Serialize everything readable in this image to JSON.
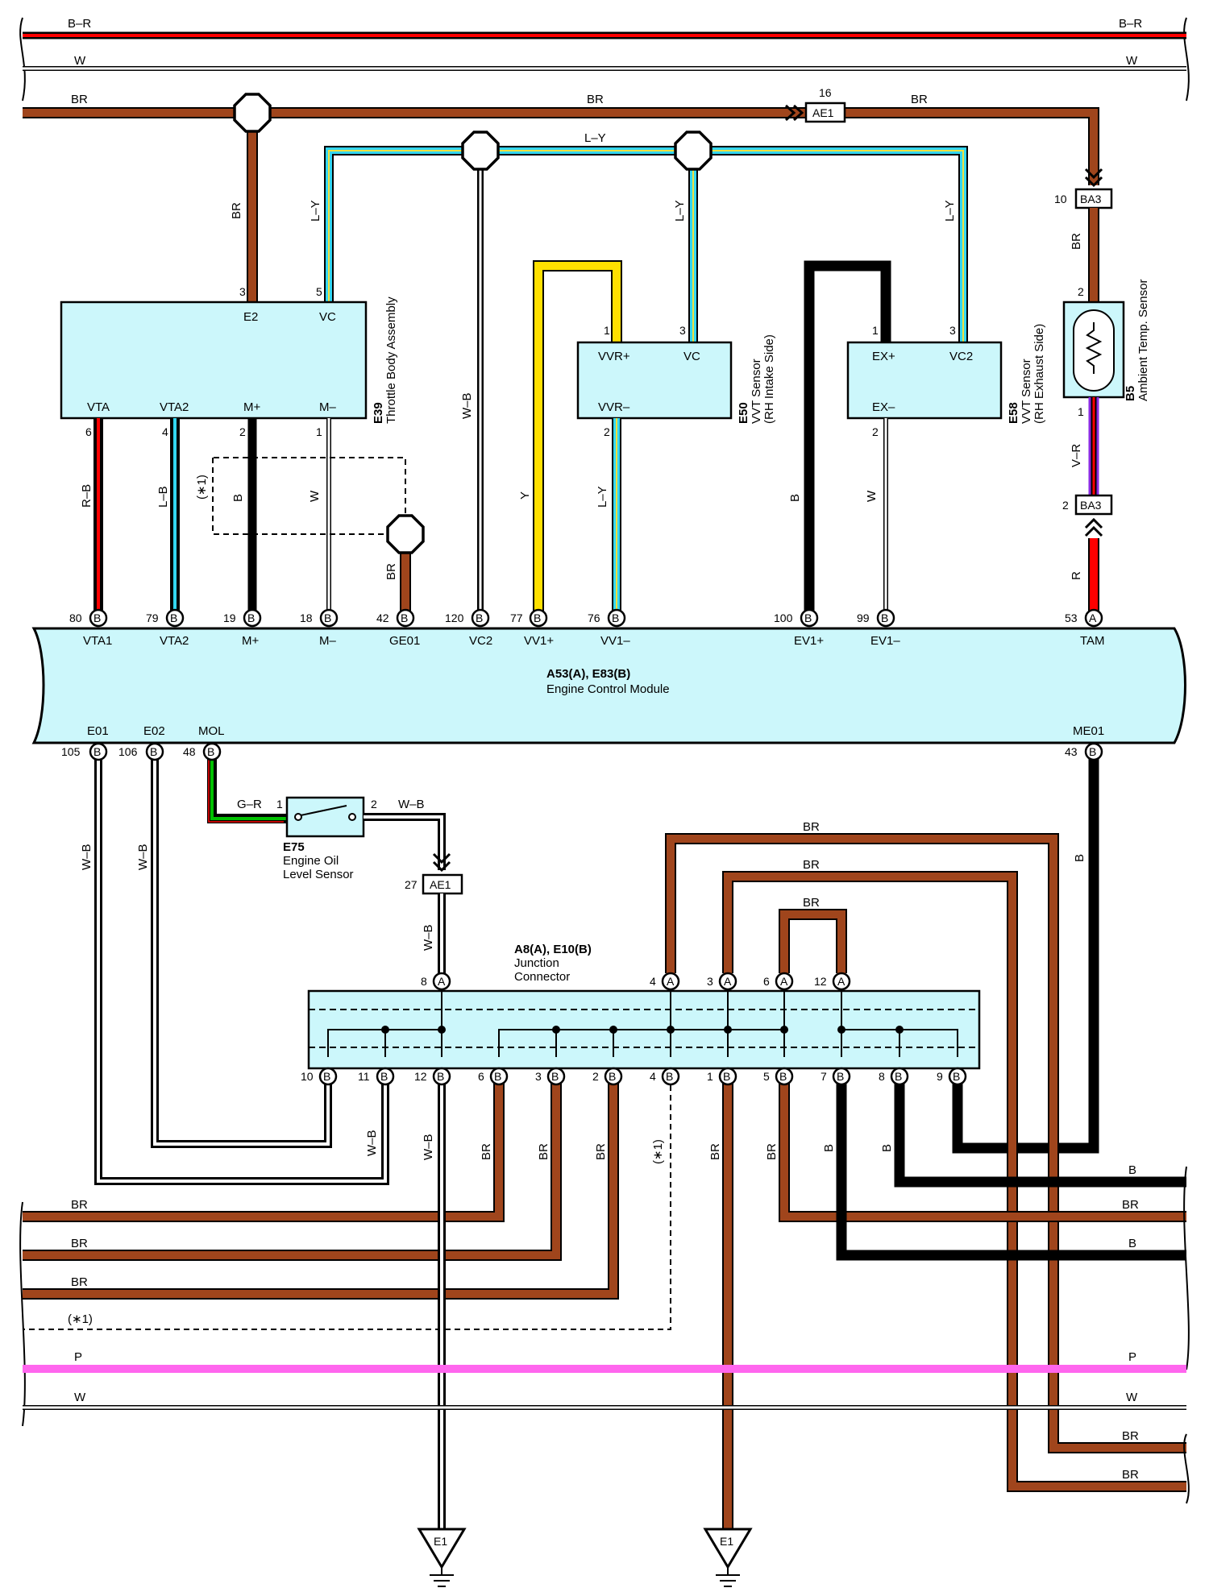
{
  "top_bus": {
    "br_left": "B–R",
    "br_right": "B–R",
    "w_left": "W",
    "w_right": "W",
    "br_main_left": "BR",
    "br_main_mid": "BR",
    "br_main_right": "BR"
  },
  "connectors": {
    "ae1_top_pin": "16",
    "ae1_label": "AE1",
    "ba3_label": "BA3",
    "ba3_top_pin": "10",
    "ba3_bot_pin": "2",
    "ae1_low_pin": "27"
  },
  "wires": {
    "br_e2": "BR",
    "ly_vc": "L–Y",
    "ly_top": "L–Y",
    "ly_vc_e50": "L–Y",
    "ly_vc2": "L–Y",
    "br_ba3": "BR",
    "wb_vc2": "W–B",
    "rb": "R–B",
    "lb": "L–B",
    "star1": "(∗1)",
    "b_m": "B",
    "w_m": "W",
    "br_ge01": "BR",
    "y": "Y",
    "ly_vv": "L–Y",
    "b_ev": "B",
    "w_ev": "W",
    "vr": "V–R",
    "r": "R",
    "wb_e01": "W–B",
    "wb_e02": "W–B",
    "gr": "G–R",
    "wb_e75": "W–B",
    "wb_ae1": "W–B",
    "br_loop_a4": "BR",
    "br_loop_a3": "BR",
    "br_loop_a6": "BR",
    "b_me01": "B",
    "wb_b11": "W–B",
    "wb_b12": "W–B",
    "br_b6": "BR",
    "br_b3": "BR",
    "br_b2": "BR",
    "star_b4": "(∗1)",
    "br_b1": "BR",
    "br_b5": "BR",
    "b_b7": "B",
    "b_b8": "B"
  },
  "components": {
    "e39": {
      "code": "E39",
      "name": "Throttle Body Assembly",
      "pins": {
        "e2": "E2",
        "vc": "VC",
        "vta": "VTA",
        "vta2": "VTA2",
        "mp": "M+",
        "mm": "M–"
      },
      "nums": {
        "e2": "3",
        "vc": "5",
        "vta": "6",
        "vta2": "4",
        "mp": "2",
        "mm": "1"
      }
    },
    "e50": {
      "code": "E50",
      "name": "VVT Sensor",
      "sub": "(RH Intake Side)",
      "pins": {
        "vvrp": "VVR+",
        "vc": "VC",
        "vvrm": "VVR–"
      },
      "nums": {
        "vvrp": "1",
        "vc": "3",
        "vvrm": "2"
      }
    },
    "e58": {
      "code": "E58",
      "name": "VVT Sensor",
      "sub": "(RH Exhaust Side)",
      "pins": {
        "exp": "EX+",
        "vc2": "VC2",
        "exm": "EX–"
      },
      "nums": {
        "exp": "1",
        "vc2": "3",
        "exm": "2"
      }
    },
    "b5": {
      "code": "B5",
      "name": "Ambient Temp.  Sensor",
      "nums": {
        "top": "2",
        "bot": "1"
      }
    },
    "e75": {
      "code": "E75",
      "line1": "Engine Oil",
      "line2": "Level Sensor",
      "nums": {
        "left": "1",
        "right": "2"
      }
    },
    "jc": {
      "code": "A8(A), E10(B)",
      "line1": "Junction",
      "line2": "Connector"
    },
    "ecm": {
      "code": "A53(A), E83(B)",
      "name": "Engine Control Module"
    }
  },
  "ecm_top_pins": [
    {
      "num": "80",
      "term": "B",
      "name": "VTA1"
    },
    {
      "num": "79",
      "term": "B",
      "name": "VTA2"
    },
    {
      "num": "19",
      "term": "B",
      "name": "M+"
    },
    {
      "num": "18",
      "term": "B",
      "name": "M–"
    },
    {
      "num": "42",
      "term": "B",
      "name": "GE01"
    },
    {
      "num": "120",
      "term": "B",
      "name": "VC2"
    },
    {
      "num": "77",
      "term": "B",
      "name": "VV1+"
    },
    {
      "num": "76",
      "term": "B",
      "name": "VV1–"
    },
    {
      "num": "100",
      "term": "B",
      "name": "EV1+"
    },
    {
      "num": "99",
      "term": "B",
      "name": "EV1–"
    },
    {
      "num": "53",
      "term": "A",
      "name": "TAM"
    }
  ],
  "ecm_bottom_pins": [
    {
      "num": "105",
      "term": "B",
      "name": "E01"
    },
    {
      "num": "106",
      "term": "B",
      "name": "E02"
    },
    {
      "num": "48",
      "term": "B",
      "name": "MOL"
    },
    {
      "num": "43",
      "term": "B",
      "name": "ME01"
    }
  ],
  "jc_top_pins": [
    {
      "num": "8",
      "term": "A"
    },
    {
      "num": "4",
      "term": "A"
    },
    {
      "num": "3",
      "term": "A"
    },
    {
      "num": "6",
      "term": "A"
    },
    {
      "num": "12",
      "term": "A"
    }
  ],
  "jc_bottom_pins": [
    {
      "num": "10",
      "term": "B"
    },
    {
      "num": "11",
      "term": "B"
    },
    {
      "num": "12",
      "term": "B"
    },
    {
      "num": "6",
      "term": "B"
    },
    {
      "num": "3",
      "term": "B"
    },
    {
      "num": "2",
      "term": "B"
    },
    {
      "num": "4",
      "term": "B"
    },
    {
      "num": "1",
      "term": "B"
    },
    {
      "num": "5",
      "term": "B"
    },
    {
      "num": "7",
      "term": "B"
    },
    {
      "num": "8",
      "term": "B"
    },
    {
      "num": "9",
      "term": "B"
    }
  ],
  "bottom_bus": {
    "left_br1": "BR",
    "left_br2": "BR",
    "left_br3": "BR",
    "left_star": "(∗1)",
    "left_p": "P",
    "left_w": "W",
    "right_b1": "B",
    "right_br1": "BR",
    "right_b2": "B",
    "right_p": "P",
    "right_w": "W",
    "right_br2": "BR",
    "right_br3": "BR"
  },
  "grounds": {
    "g1": "E1",
    "g2": "E1"
  },
  "colors": {
    "BR": "#a0451c",
    "LY_blue": "#33d6f0",
    "LY_yellow": "#f0e040",
    "Y": "#ffe000",
    "R": "#ff0000",
    "P": "#ff66ee",
    "G": "#00c000",
    "V": "#8a2be2",
    "component_fill": "#ccf7fb"
  }
}
